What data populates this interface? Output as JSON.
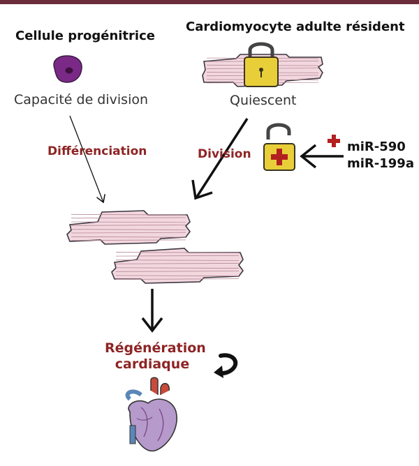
{
  "colors": {
    "top_bar": "#6b2d3a",
    "label_red": "#8e2424",
    "fiber_fill": "#f2d7df",
    "fiber_stroke": "#3b3540",
    "lock_fill": "#e8cf3a",
    "cell_purple": "#7a2a86",
    "cross_red": "#b32020"
  },
  "left": {
    "heading": "Cellule progénitrice",
    "capacity": "Capacité de division",
    "arrow_label": "Différenciation",
    "cell_icon": "purple-cell-icon"
  },
  "right": {
    "heading": "Cardiomyocyte adulte résident",
    "state": "Quiescent",
    "arrow_label": "Division",
    "locked_icon": "lock-icon",
    "unlocked_icon": "unlocked-lock-icon"
  },
  "mirna": {
    "line1": "miR-590",
    "line2": "miR-199a",
    "plus_icon": "plus-icon"
  },
  "outcome": {
    "line1": "Régénération",
    "line2": "cardiaque",
    "loop_icon": "curved-arrow-icon",
    "heart_icon": "heart-icon"
  }
}
